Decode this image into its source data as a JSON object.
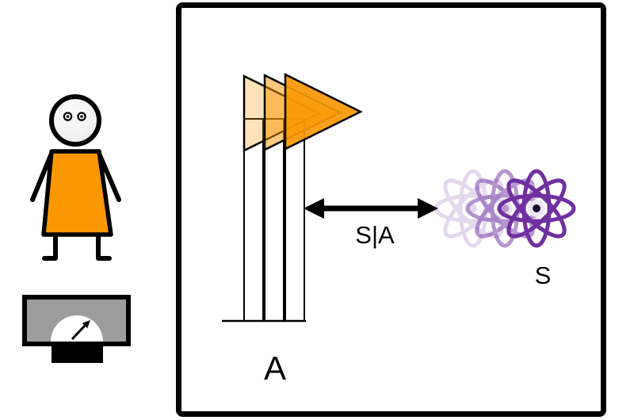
{
  "colors": {
    "orange": "#FA9804",
    "purple": "#7030A0",
    "meter_gray": "#9C9C9C",
    "ink": "#000000"
  },
  "labels": {
    "apparatus": "A",
    "interaction": "S|A",
    "system": "S"
  }
}
